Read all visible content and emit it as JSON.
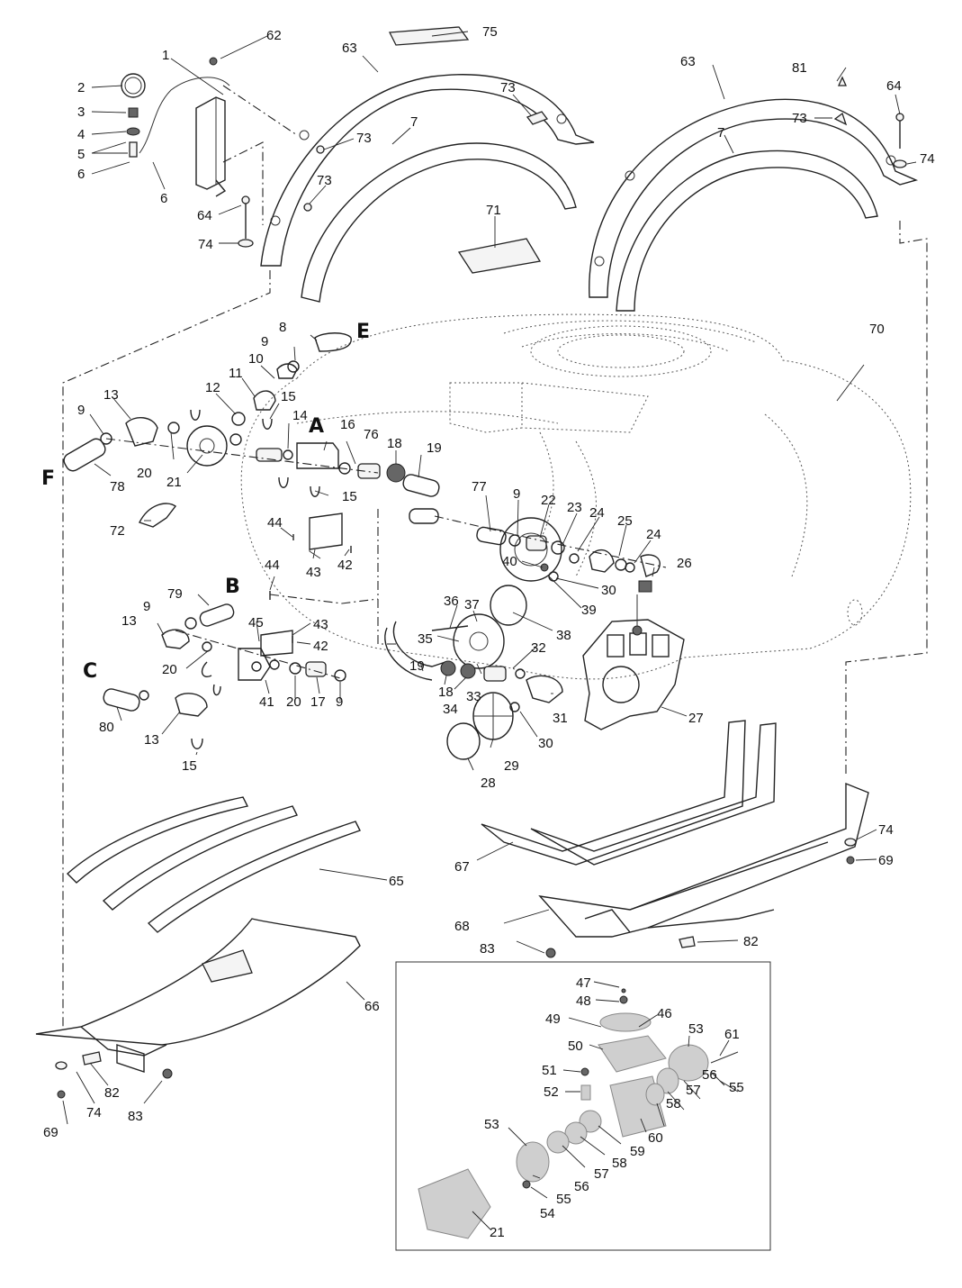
{
  "diagram": {
    "callouts": [
      {
        "id": "c1",
        "label": "1"
      },
      {
        "id": "c2",
        "label": "2"
      },
      {
        "id": "c3",
        "label": "3"
      },
      {
        "id": "c4",
        "label": "4"
      },
      {
        "id": "c5",
        "label": "5"
      },
      {
        "id": "c6a",
        "label": "6"
      },
      {
        "id": "c6b",
        "label": "6"
      },
      {
        "id": "c7a",
        "label": "7"
      },
      {
        "id": "c7b",
        "label": "7"
      },
      {
        "id": "c8",
        "label": "8"
      },
      {
        "id": "c9a",
        "label": "9"
      },
      {
        "id": "c9b",
        "label": "9"
      },
      {
        "id": "c9c",
        "label": "9"
      },
      {
        "id": "c9d",
        "label": "9"
      },
      {
        "id": "c9e",
        "label": "9"
      },
      {
        "id": "c10",
        "label": "10"
      },
      {
        "id": "c11",
        "label": "11"
      },
      {
        "id": "c12",
        "label": "12"
      },
      {
        "id": "c13a",
        "label": "13"
      },
      {
        "id": "c13b",
        "label": "13"
      },
      {
        "id": "c13c",
        "label": "13"
      },
      {
        "id": "c14",
        "label": "14"
      },
      {
        "id": "c15a",
        "label": "15"
      },
      {
        "id": "c15b",
        "label": "15"
      },
      {
        "id": "c15c",
        "label": "15"
      },
      {
        "id": "c16",
        "label": "16"
      },
      {
        "id": "c17",
        "label": "17"
      },
      {
        "id": "c18a",
        "label": "18"
      },
      {
        "id": "c18b",
        "label": "18"
      },
      {
        "id": "c19a",
        "label": "19"
      },
      {
        "id": "c19b",
        "label": "19"
      },
      {
        "id": "c20a",
        "label": "20"
      },
      {
        "id": "c20b",
        "label": "20"
      },
      {
        "id": "c20c",
        "label": "20"
      },
      {
        "id": "c21a",
        "label": "21"
      },
      {
        "id": "c21b",
        "label": "21"
      },
      {
        "id": "c22",
        "label": "22"
      },
      {
        "id": "c23",
        "label": "23"
      },
      {
        "id": "c24a",
        "label": "24"
      },
      {
        "id": "c24b",
        "label": "24"
      },
      {
        "id": "c25",
        "label": "25"
      },
      {
        "id": "c26",
        "label": "26"
      },
      {
        "id": "c27",
        "label": "27"
      },
      {
        "id": "c28",
        "label": "28"
      },
      {
        "id": "c29",
        "label": "29"
      },
      {
        "id": "c30a",
        "label": "30"
      },
      {
        "id": "c30b",
        "label": "30"
      },
      {
        "id": "c31",
        "label": "31"
      },
      {
        "id": "c32",
        "label": "32"
      },
      {
        "id": "c33",
        "label": "33"
      },
      {
        "id": "c34",
        "label": "34"
      },
      {
        "id": "c35",
        "label": "35"
      },
      {
        "id": "c36",
        "label": "36"
      },
      {
        "id": "c37",
        "label": "37"
      },
      {
        "id": "c38",
        "label": "38"
      },
      {
        "id": "c39",
        "label": "39"
      },
      {
        "id": "c40",
        "label": "40"
      },
      {
        "id": "c41",
        "label": "41"
      },
      {
        "id": "c42a",
        "label": "42"
      },
      {
        "id": "c42b",
        "label": "42"
      },
      {
        "id": "c43a",
        "label": "43"
      },
      {
        "id": "c43b",
        "label": "43"
      },
      {
        "id": "c44a",
        "label": "44"
      },
      {
        "id": "c44b",
        "label": "44"
      },
      {
        "id": "c45",
        "label": "45"
      },
      {
        "id": "c46",
        "label": "46"
      },
      {
        "id": "c47",
        "label": "47"
      },
      {
        "id": "c48",
        "label": "48"
      },
      {
        "id": "c49",
        "label": "49"
      },
      {
        "id": "c50",
        "label": "50"
      },
      {
        "id": "c51",
        "label": "51"
      },
      {
        "id": "c52",
        "label": "52"
      },
      {
        "id": "c53a",
        "label": "53"
      },
      {
        "id": "c53b",
        "label": "53"
      },
      {
        "id": "c54",
        "label": "54"
      },
      {
        "id": "c55a",
        "label": "55"
      },
      {
        "id": "c55b",
        "label": "55"
      },
      {
        "id": "c56a",
        "label": "56"
      },
      {
        "id": "c56b",
        "label": "56"
      },
      {
        "id": "c57a",
        "label": "57"
      },
      {
        "id": "c57b",
        "label": "57"
      },
      {
        "id": "c58a",
        "label": "58"
      },
      {
        "id": "c58b",
        "label": "58"
      },
      {
        "id": "c59",
        "label": "59"
      },
      {
        "id": "c60",
        "label": "60"
      },
      {
        "id": "c61",
        "label": "61"
      },
      {
        "id": "c62",
        "label": "62"
      },
      {
        "id": "c63a",
        "label": "63"
      },
      {
        "id": "c63b",
        "label": "63"
      },
      {
        "id": "c64a",
        "label": "64"
      },
      {
        "id": "c64b",
        "label": "64"
      },
      {
        "id": "c65",
        "label": "65"
      },
      {
        "id": "c66",
        "label": "66"
      },
      {
        "id": "c67",
        "label": "67"
      },
      {
        "id": "c68",
        "label": "68"
      },
      {
        "id": "c69a",
        "label": "69"
      },
      {
        "id": "c69b",
        "label": "69"
      },
      {
        "id": "c70",
        "label": "70"
      },
      {
        "id": "c71",
        "label": "71"
      },
      {
        "id": "c72",
        "label": "72"
      },
      {
        "id": "c73a",
        "label": "73"
      },
      {
        "id": "c73b",
        "label": "73"
      },
      {
        "id": "c73c",
        "label": "73"
      },
      {
        "id": "c73d",
        "label": "73"
      },
      {
        "id": "c74a",
        "label": "74"
      },
      {
        "id": "c74b",
        "label": "74"
      },
      {
        "id": "c74c",
        "label": "74"
      },
      {
        "id": "c74d",
        "label": "74"
      },
      {
        "id": "c75",
        "label": "75"
      },
      {
        "id": "c76",
        "label": "76"
      },
      {
        "id": "c77",
        "label": "77"
      },
      {
        "id": "c78",
        "label": "78"
      },
      {
        "id": "c79",
        "label": "79"
      },
      {
        "id": "c80",
        "label": "80"
      },
      {
        "id": "c81",
        "label": "81"
      },
      {
        "id": "c82a",
        "label": "82"
      },
      {
        "id": "c82b",
        "label": "82"
      },
      {
        "id": "c83a",
        "label": "83"
      },
      {
        "id": "c83b",
        "label": "83"
      }
    ],
    "connection_letters": {
      "A": "A",
      "B": "B",
      "C": "C",
      "E": "E",
      "F": "F"
    }
  }
}
